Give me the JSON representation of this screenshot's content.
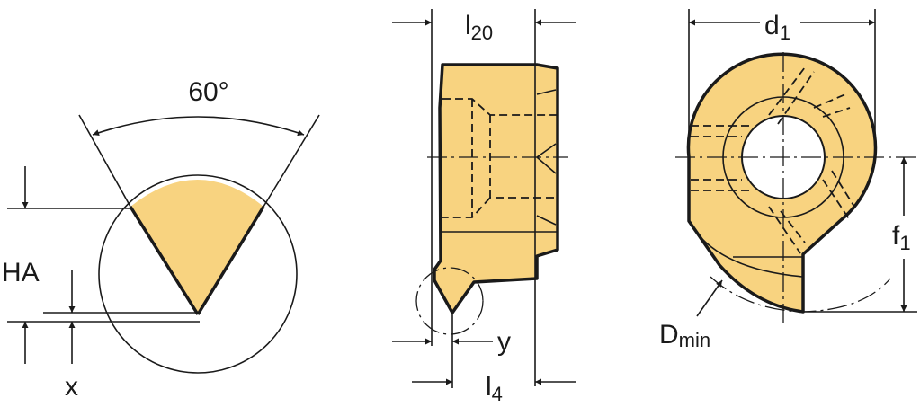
{
  "colors": {
    "insert_fill": "#f8d380",
    "line": "#1a1a1a"
  },
  "left_view": {
    "angle_label": "60°",
    "ha_label": "HA",
    "x_label": "x"
  },
  "middle_view": {
    "l20_main": "l",
    "l20_sub": "20",
    "y_label": "y",
    "l4_main": "l",
    "l4_sub": "4"
  },
  "right_view": {
    "d1_main": "d",
    "d1_sub": "1",
    "f1_main": "f",
    "f1_sub": "1",
    "dmin_main": "D",
    "dmin_sub": "min"
  }
}
